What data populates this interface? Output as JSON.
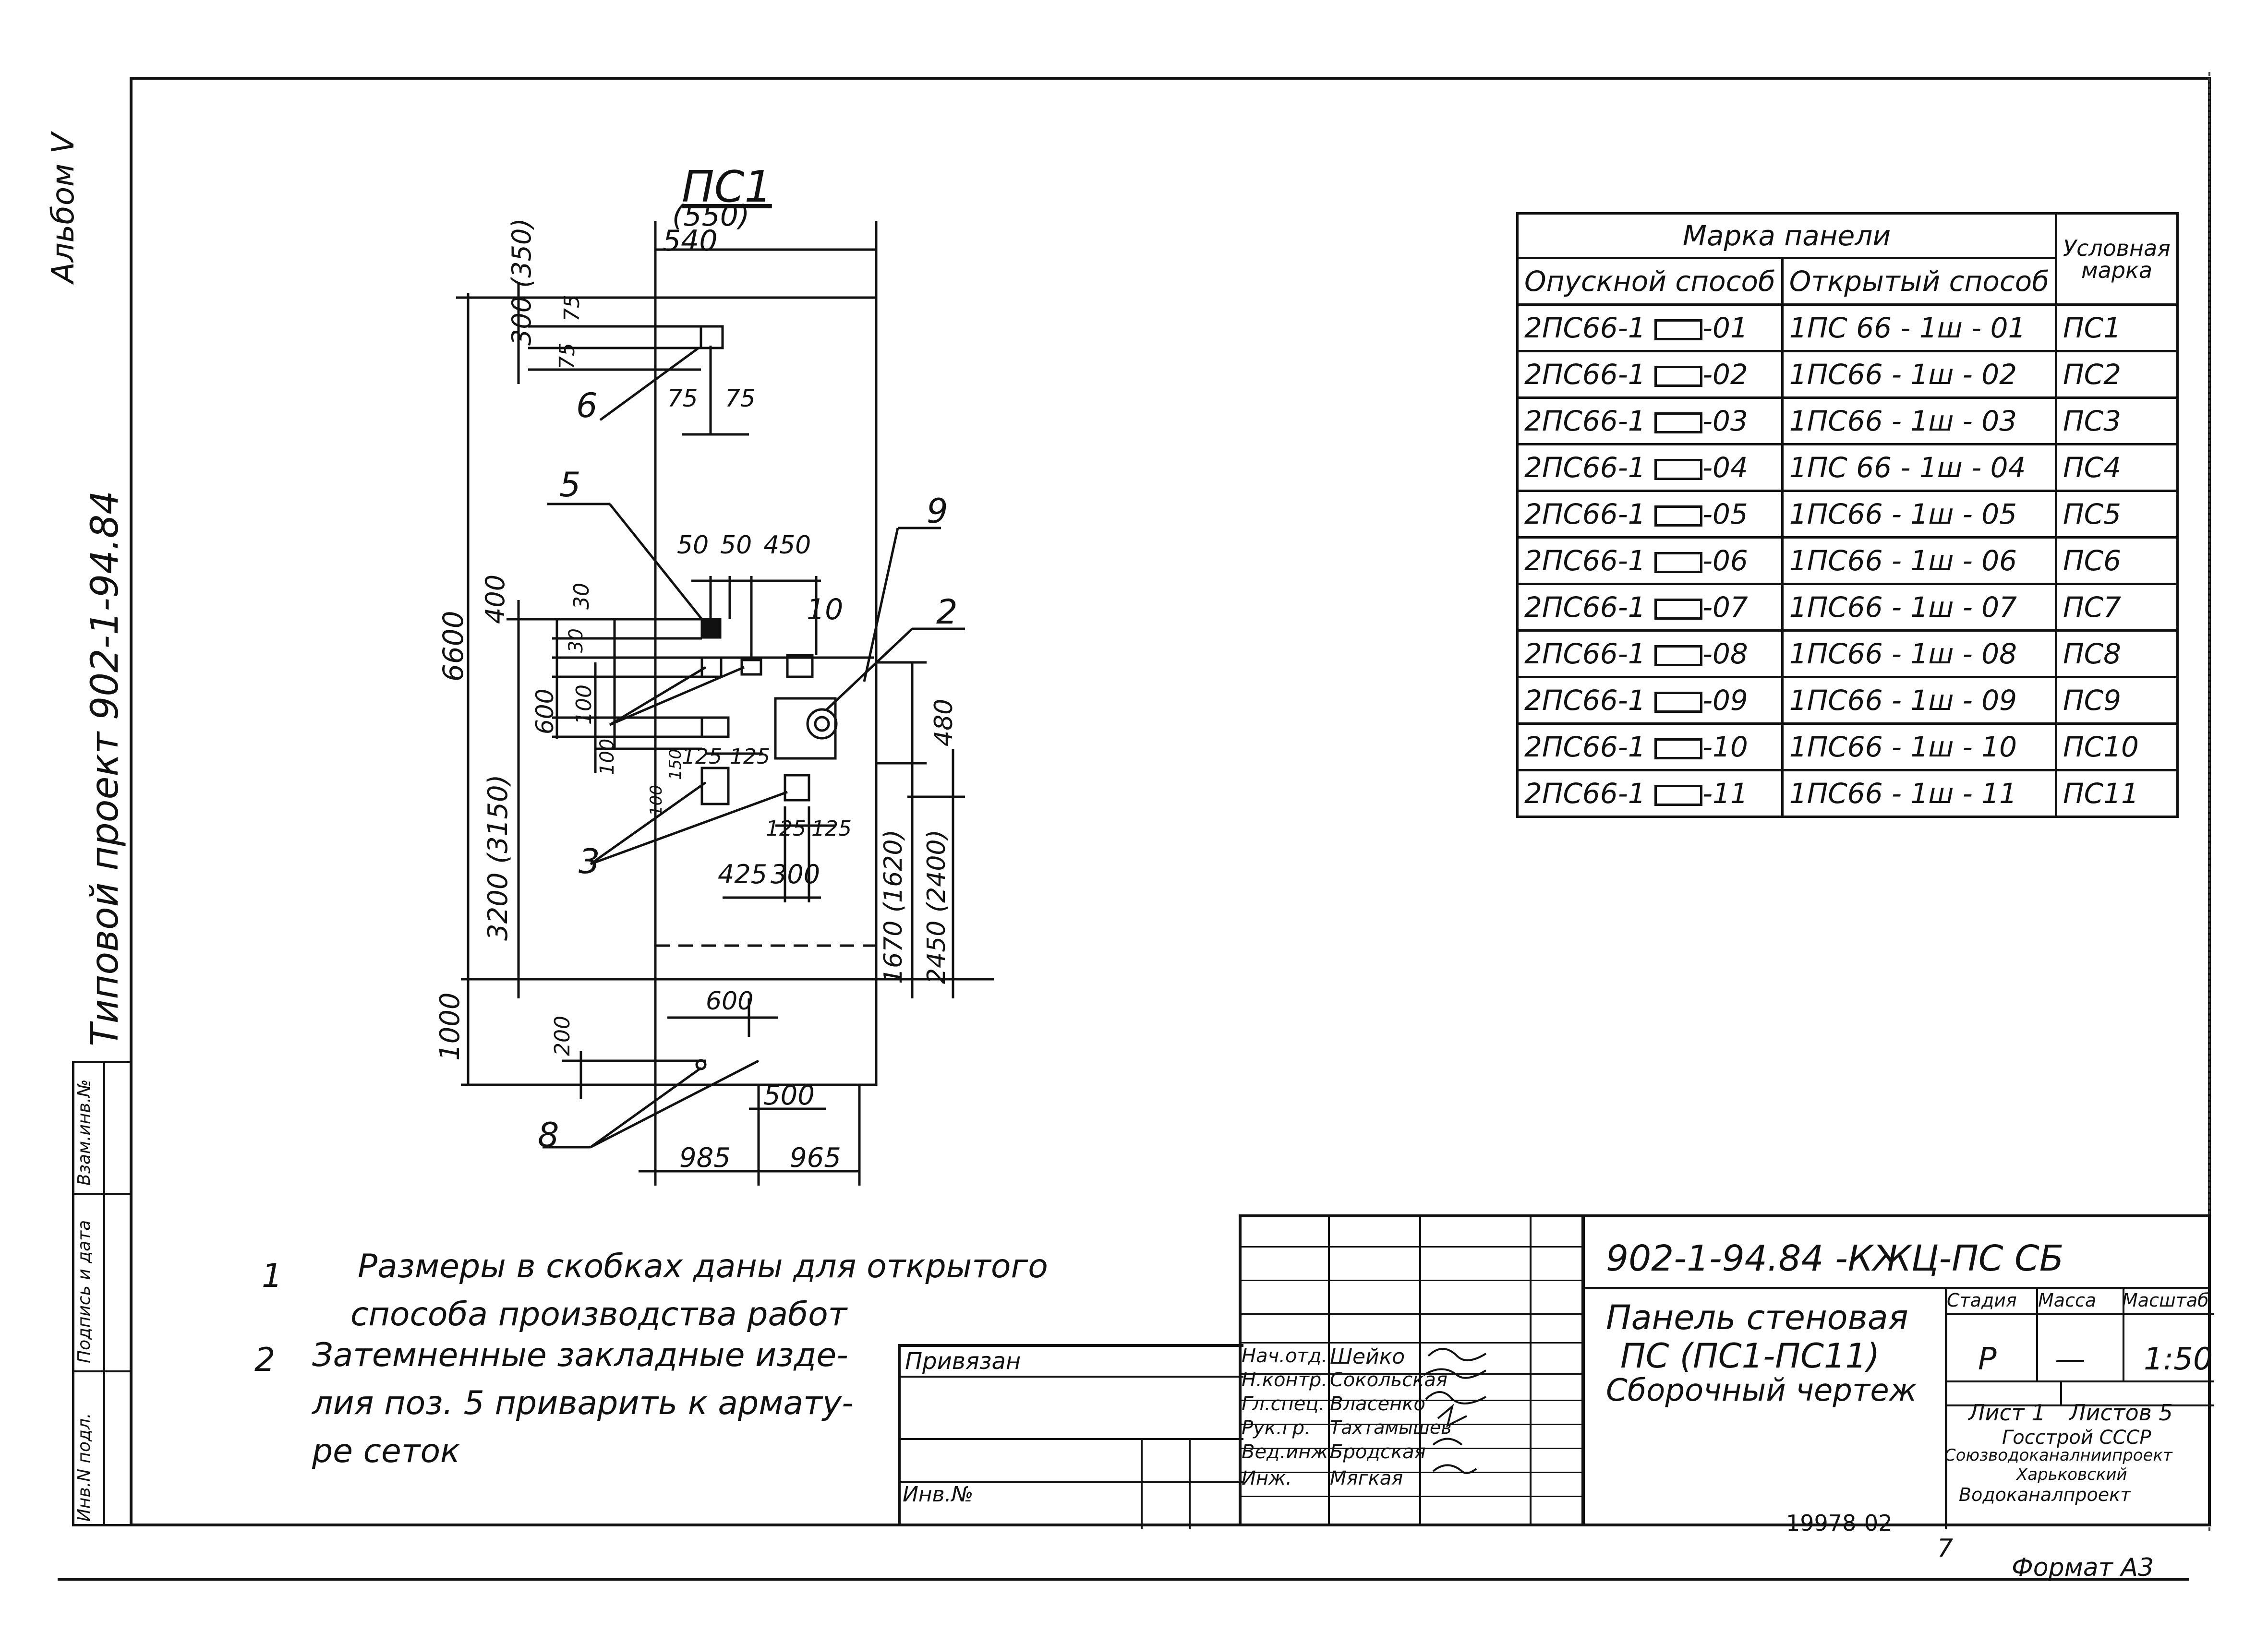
{
  "side_labels": {
    "album": "Альбом V",
    "project": "Типовой проект 902-1-94.84",
    "stamp_cols": [
      "Инв.N подл.",
      "Подпись и дата",
      "Взам.инв.№"
    ]
  },
  "drawing": {
    "panel_label": "ПС1",
    "top_dims": [
      "(550)",
      "540"
    ],
    "dims": {
      "d300_350": "300 (350)",
      "d75a": "75",
      "d75b": "75",
      "d75c": "75",
      "d75d": "75",
      "d50a": "50",
      "d50b": "50",
      "d450": "450",
      "d6600": "6600",
      "d400": "400",
      "d30a": "30",
      "d30b": "30",
      "d600": "600",
      "d100a": "100",
      "d100b": "100",
      "d100c": "100",
      "d150": "150",
      "d125a": "125",
      "d125b": "125",
      "d125c": "125",
      "d125d": "125",
      "d425": "425",
      "d300": "300",
      "d3200": "3200 (3150)",
      "d480": "480",
      "d1670": "1670 (1620)",
      "d2450": "2450 (2400)",
      "d1000": "1000",
      "d200": "200",
      "d600b": "600",
      "d500": "500",
      "d985": "985",
      "d965": "965"
    },
    "callouts": [
      "6",
      "5",
      "9",
      "10",
      "2",
      "3",
      "8"
    ]
  },
  "marks_table": {
    "header_top": "Марка панели",
    "header_cond": "Условная марка",
    "col_a": "Опускной способ",
    "col_b": "Открытый способ",
    "rows": [
      {
        "a": "2ПС66-1",
        "s": "-01",
        "b": "1ПС 66 - 1ш - 01",
        "c": "ПС1"
      },
      {
        "a": "2ПС66-1",
        "s": "-02",
        "b": "1ПС66 - 1ш - 02",
        "c": "ПС2"
      },
      {
        "a": "2ПС66-1",
        "s": "-03",
        "b": "1ПС66 - 1ш - 03",
        "c": "ПС3"
      },
      {
        "a": "2ПС66-1",
        "s": "-04",
        "b": "1ПС 66 - 1ш - 04",
        "c": "ПС4"
      },
      {
        "a": "2ПС66-1",
        "s": "-05",
        "b": "1ПС66 - 1ш - 05",
        "c": "ПС5"
      },
      {
        "a": "2ПС66-1",
        "s": "-06",
        "b": "1ПС66 - 1ш - 06",
        "c": "ПС6"
      },
      {
        "a": "2ПС66-1",
        "s": "-07",
        "b": "1ПС66 - 1ш - 07",
        "c": "ПС7"
      },
      {
        "a": "2ПС66-1",
        "s": "-08",
        "b": "1ПС66 - 1ш - 08",
        "c": "ПС8"
      },
      {
        "a": "2ПС66-1",
        "s": "-09",
        "b": "1ПС66 - 1ш - 09",
        "c": "ПС9"
      },
      {
        "a": "2ПС66-1",
        "s": "-10",
        "b": "1ПС66 - 1ш - 10",
        "c": "ПС10"
      },
      {
        "a": "2ПС66-1",
        "s": "-11",
        "b": "1ПС66 - 1ш - 11",
        "c": "ПС11"
      }
    ]
  },
  "notes": {
    "n1_num": "1",
    "n1_l1": "Размеры в скобках даны для открытого",
    "n1_l2": "способа производства работ",
    "n2_num": "2",
    "n2_l1": "Затемненные закладные изде-",
    "n2_l2": "лия поз. 5 приварить к армату-",
    "n2_l3": "ре сеток"
  },
  "title_block": {
    "privyazan": "Привязан",
    "inv_no": "Инв.№",
    "code": "902-1-94.84 -КЖЦ-ПС СБ",
    "name_l1": "Панель стеновая",
    "name_l2": "ПС (ПС1-ПС11)",
    "name_l3": "Сборочный чертеж",
    "stage_h": "Стадия",
    "mass_h": "Масса",
    "scale_h": "Масштаб",
    "stage": "Р",
    "mass": "—",
    "scale": "1:50",
    "sheet": "Лист 1",
    "sheets": "Листов 5",
    "org_l1": "Госстрой СССР",
    "org_l2": "Союзводоканалниипроект",
    "org_l3": "Харьковский",
    "org_l4": "Водоканалпроект",
    "roles": [
      "Нач.отд.",
      "Н.контр.",
      "Гл.спец.",
      "Рук.гр.",
      "Вед.инж.",
      "Инж."
    ],
    "names": [
      "Шейко",
      "Сокольская",
      "Власенко",
      "Тахтамышев",
      "Бродская",
      "Мягкая"
    ]
  },
  "footer": {
    "sheet_code": "19978-02",
    "page": "7",
    "format": "Формат А3"
  }
}
